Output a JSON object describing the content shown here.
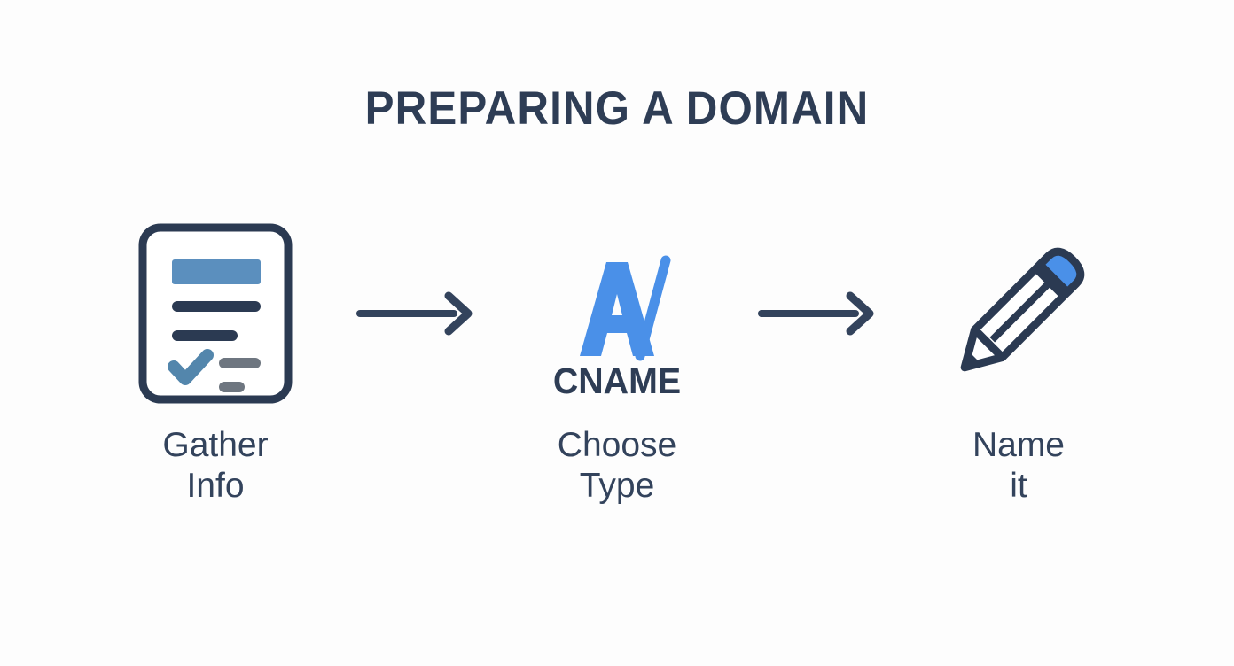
{
  "page": {
    "title": "PREPARING A DOMAIN",
    "background_color": "#fdfdfd",
    "ink_color": "#2e3d55",
    "accent_blue": "#4a90e8",
    "steel_blue": "#5b8fbe",
    "gray": "#6e7680"
  },
  "steps": [
    {
      "icon": "document-checklist-icon",
      "label_line1": "Gather",
      "label_line2": "Info"
    },
    {
      "icon": "dns-record-type-icon",
      "icon_text": "CNAME",
      "icon_letter": "A",
      "label_line1": "Choose",
      "label_line2": "Type"
    },
    {
      "icon": "pencil-icon",
      "label_line1": "Name",
      "label_line2": "it"
    }
  ],
  "connectors": [
    {
      "icon": "arrow-right-icon"
    },
    {
      "icon": "arrow-right-icon"
    }
  ]
}
